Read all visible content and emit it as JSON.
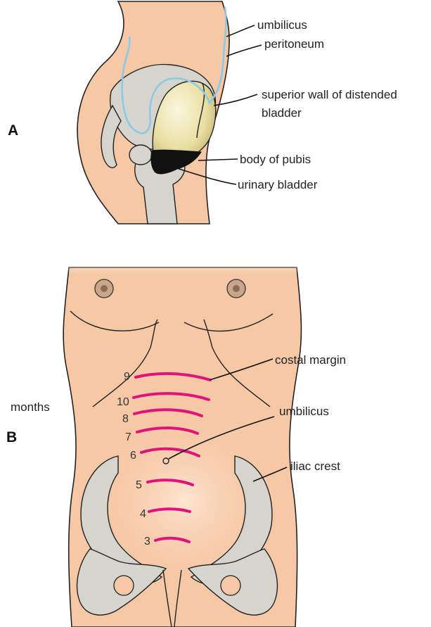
{
  "panel_a": {
    "panel_label": "A",
    "labels": {
      "umbilicus": "umbilicus",
      "peritoneum": "peritoneum",
      "bladder_wall_line1": "superior wall of distended",
      "bladder_wall_line2": "bladder",
      "body_of_pubis": "body of pubis",
      "urinary_bladder": "urinary bladder"
    }
  },
  "panel_b": {
    "panel_label": "B",
    "months_label": "months",
    "labels": {
      "costal_margin": "costal margin",
      "umbilicus": "umbilicus",
      "iliac_crest": "iliac crest"
    },
    "fundal_heights": [
      {
        "month": "9"
      },
      {
        "month": "10"
      },
      {
        "month": "8"
      },
      {
        "month": "7"
      },
      {
        "month": "6"
      },
      {
        "month": "5"
      },
      {
        "month": "4"
      },
      {
        "month": "3"
      }
    ]
  },
  "colors": {
    "skin": "#f6c8a6",
    "bone": "#d5d5cd",
    "peritoneum_line": "#8ec9e8",
    "bladder": "#e9dfa2",
    "pubis": "#111111",
    "fundus_arc": "#e0127c"
  }
}
